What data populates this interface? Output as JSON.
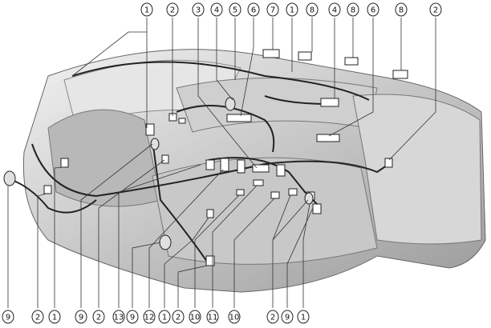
{
  "top_callouts": [
    "1",
    "2",
    "3",
    "4",
    "5",
    "6",
    "7",
    "1",
    "8",
    "4",
    "8",
    "6",
    "8",
    "2"
  ],
  "bottom_callouts": [
    "9",
    "2",
    "1",
    "9",
    "2",
    "13",
    "9",
    "12",
    "1",
    "2",
    "10",
    "11",
    "10",
    "2",
    "9",
    "1"
  ],
  "colors": {
    "line": "#222222",
    "shade": "#bdbdbd",
    "dark": "#777777"
  }
}
